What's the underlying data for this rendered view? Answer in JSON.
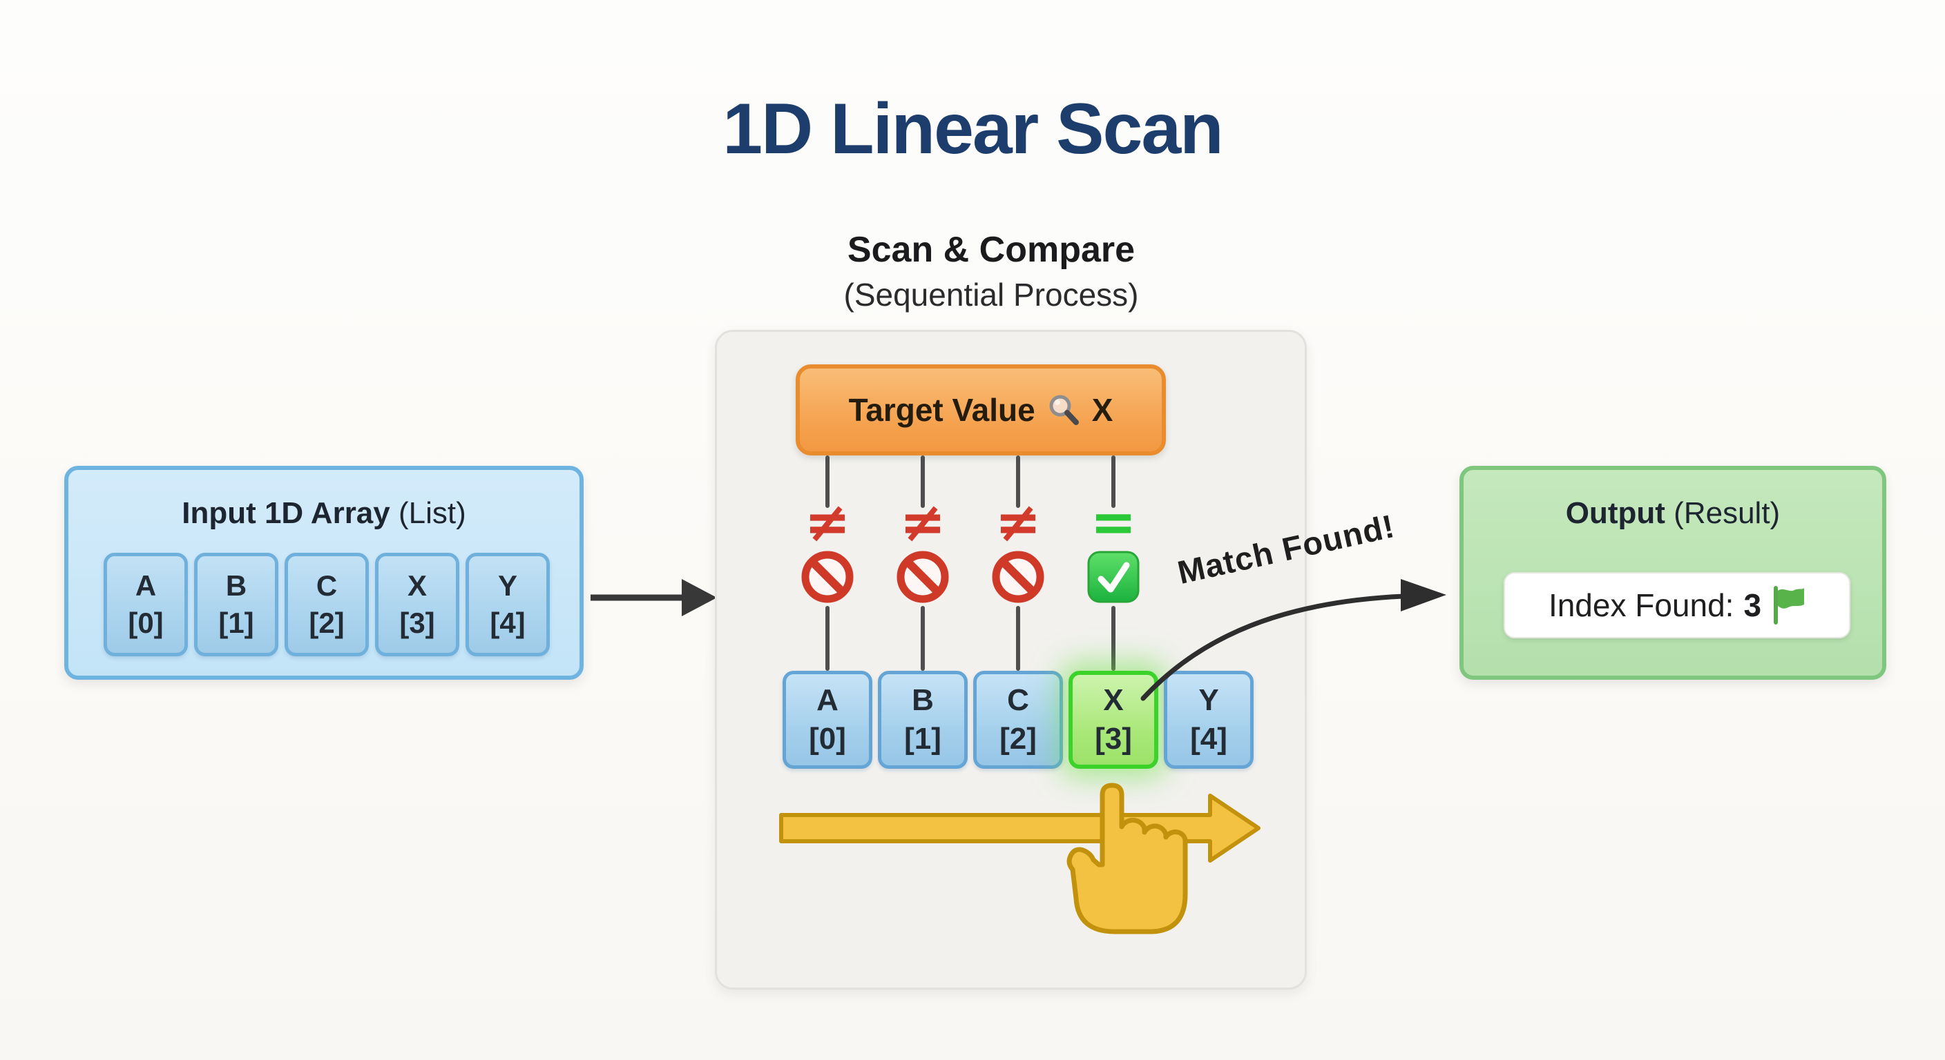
{
  "page": {
    "title": "1D Linear Scan"
  },
  "input_card": {
    "title": "Input 1D Array",
    "title_suffix": " (List)",
    "cells": [
      {
        "label": "A",
        "index": "[0]"
      },
      {
        "label": "B",
        "index": "[1]"
      },
      {
        "label": "C",
        "index": "[2]"
      },
      {
        "label": "X",
        "index": "[3]"
      },
      {
        "label": "Y",
        "index": "[4]"
      }
    ]
  },
  "process": {
    "heading": "Scan & Compare",
    "subheading": "(Sequential Process)",
    "target_label": "Target Value",
    "target_value": "X",
    "comparisons": [
      {
        "symbol": "≠",
        "result": "not-equal"
      },
      {
        "symbol": "≠",
        "result": "not-equal"
      },
      {
        "symbol": "≠",
        "result": "not-equal"
      },
      {
        "symbol": "=",
        "result": "equal"
      }
    ],
    "cells": [
      {
        "label": "A",
        "index": "[0]",
        "highlight": false
      },
      {
        "label": "B",
        "index": "[1]",
        "highlight": false
      },
      {
        "label": "C",
        "index": "[2]",
        "highlight": false
      },
      {
        "label": "X",
        "index": "[3]",
        "highlight": true
      },
      {
        "label": "Y",
        "index": "[4]",
        "highlight": false
      }
    ]
  },
  "match_annotation": {
    "label": "Match Found!"
  },
  "output_card": {
    "title": "Output",
    "title_suffix": " (Result)",
    "result_label": "Index Found:",
    "result_value": "3"
  },
  "icons": {
    "target_search": "magnifier-icon",
    "mismatch": "no-entry-icon",
    "match": "check-mark-icon",
    "scan_direction": "arrow-right-icon",
    "scan_cursor": "pointing-hand-icon",
    "result_flag": "green-flag-icon"
  },
  "colors": {
    "title_navy": "#1d3d6d",
    "orange": "#f5a14d",
    "orange_border": "#e98c2e",
    "blue_fill": "#a9d2ee",
    "blue_border": "#64a5d6",
    "green_cell_fill": "#a9e878",
    "green_cell_border": "#3bd32a",
    "mismatch_red": "#d23b2c",
    "match_green": "#2bc837",
    "scan_yellow": "#f3c243",
    "scan_yellow_border": "#c2920c"
  }
}
